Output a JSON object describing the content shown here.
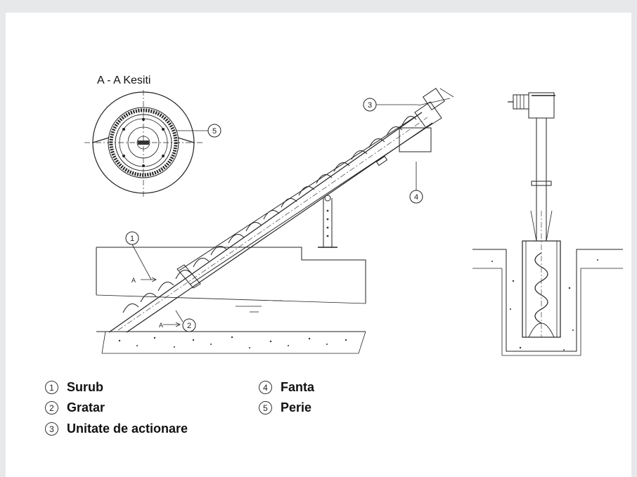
{
  "diagram": {
    "section_title": "A - A Kesiti",
    "callouts": [
      "1",
      "2",
      "3",
      "4",
      "5"
    ],
    "section_marks": [
      "A",
      "A"
    ]
  },
  "legend": [
    {
      "num": "1",
      "label": "Surub"
    },
    {
      "num": "2",
      "label": "Gratar"
    },
    {
      "num": "3",
      "label": "Unitate de actionare"
    },
    {
      "num": "4",
      "label": "Fanta"
    },
    {
      "num": "5",
      "label": "Perie"
    }
  ]
}
